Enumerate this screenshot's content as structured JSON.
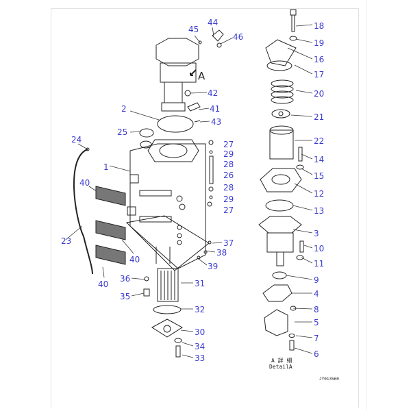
{
  "diagram": {
    "drawing_code": "JY013560",
    "detail_caption_jp": "A 詳 細",
    "detail_caption_en": "DetailA",
    "view_marker": "A",
    "label_color": "#3b3bd0",
    "callouts": [
      "44",
      "45",
      "46",
      "18",
      "19",
      "16",
      "17",
      "20",
      "21",
      "22",
      "14",
      "15",
      "12",
      "13",
      "3",
      "10",
      "11",
      "9",
      "4",
      "8",
      "5",
      "7",
      "6",
      "42",
      "2",
      "41",
      "43",
      "25",
      "24",
      "27",
      "29",
      "28",
      "1",
      "26",
      "40",
      "28",
      "29",
      "27",
      "23",
      "37",
      "38",
      "40",
      "39",
      "40",
      "36",
      "31",
      "35",
      "32",
      "30",
      "34",
      "33"
    ]
  }
}
